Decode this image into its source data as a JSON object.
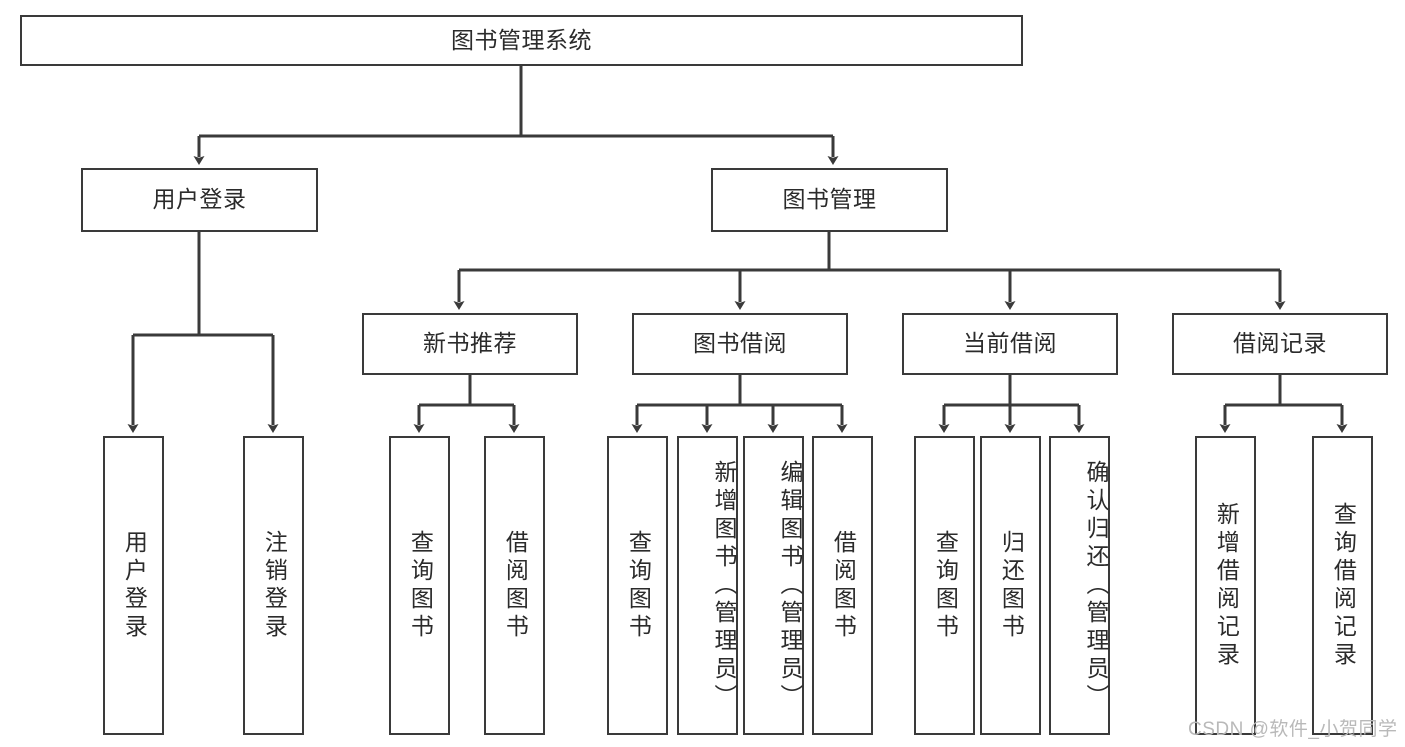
{
  "diagram": {
    "title": "图书管理系统",
    "type": "hierarchy-tree",
    "watermark": "CSDN @软件_小贺同学",
    "colors": {
      "box_border": "#3a3a3a",
      "box_fill": "#ffffff",
      "text": "#2b2b2b",
      "edge": "#3a3a3a",
      "watermark": "#b9b9b9",
      "background": "#ffffff"
    },
    "nodes": {
      "root": {
        "label": "图书管理系统"
      },
      "level2": [
        {
          "label": "用户登录"
        },
        {
          "label": "图书管理"
        }
      ],
      "level3": [
        {
          "label": "新书推荐"
        },
        {
          "label": "图书借阅"
        },
        {
          "label": "当前借阅"
        },
        {
          "label": "借阅记录"
        }
      ],
      "leaves_user_login": [
        {
          "label": "用户登录"
        },
        {
          "label": "注销登录"
        }
      ],
      "leaves_new_book": [
        {
          "label": "查询图书"
        },
        {
          "label": "借阅图书"
        }
      ],
      "leaves_borrow": [
        {
          "label": "查询图书"
        },
        {
          "label": "新增图书（管理员）"
        },
        {
          "label": "编辑图书（管理员）"
        },
        {
          "label": "借阅图书"
        }
      ],
      "leaves_current": [
        {
          "label": "查询图书"
        },
        {
          "label": "归还图书"
        },
        {
          "label": "确认归还（管理员）"
        }
      ],
      "leaves_records": [
        {
          "label": "新增借阅记录"
        },
        {
          "label": "查询借阅记录"
        }
      ]
    }
  }
}
